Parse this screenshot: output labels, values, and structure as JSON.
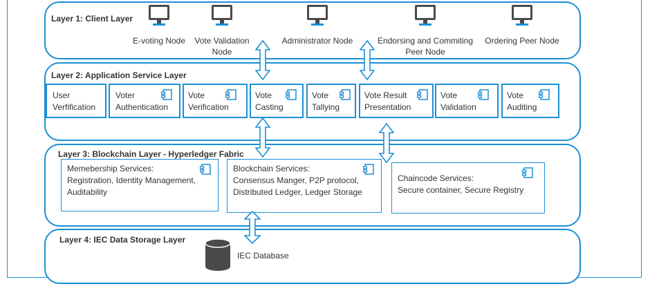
{
  "colors": {
    "accent": "#1b8fd6",
    "icon_dark": "#4a4a4a",
    "text": "#333333"
  },
  "layer1": {
    "title": "Layer 1: Client Layer",
    "nodes": [
      {
        "label": "E-voting Node",
        "icon": "monitor-icon"
      },
      {
        "label": "Vote Validation\nNode",
        "icon": "monitor-icon"
      },
      {
        "label": "Administrator Node",
        "icon": "monitor-icon"
      },
      {
        "label": "Endorsing and Commiting\nPeer Node",
        "icon": "monitor-icon"
      },
      {
        "label": "Ordering Peer Node",
        "icon": "monitor-icon"
      }
    ]
  },
  "layer2": {
    "title": "Layer 2: Application Service Layer",
    "services": [
      "User\nVerfification",
      "Voter\nAuthentication",
      "Vote\nVerification",
      "Vote\nCasting",
      "Vote\nTallying",
      "Vote Result\nPresentation",
      "Vote\nValidation",
      "Vote\nAuditing"
    ]
  },
  "layer3": {
    "title": "Layer 3: Blockchain Layer - Hyperledger Fabric",
    "membership": {
      "title": "Memebership Services:",
      "body": "Registration, Identity Management,\nAuditability"
    },
    "blockchain": {
      "title": "Blockchain Services:",
      "body": "Consensus Manger, P2P protocol,\nDistributed Ledger, Ledger Storage"
    },
    "chaincode": {
      "title": "Chaincode Services:",
      "body": "Secure container, Secure Registry"
    }
  },
  "layer4": {
    "title": "Layer 4: IEC Data Storage Layer",
    "database": {
      "label": "IEC Database",
      "icon": "database-icon"
    }
  }
}
